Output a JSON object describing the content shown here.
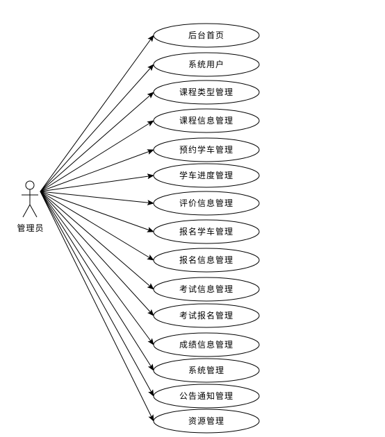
{
  "actor": {
    "label": "管理员",
    "icon": "stick-figure-actor-icon"
  },
  "use_cases": [
    {
      "label": "后台首页"
    },
    {
      "label": "系统用户"
    },
    {
      "label": "课程类型管理"
    },
    {
      "label": "课程信息管理"
    },
    {
      "label": "预约学车管理"
    },
    {
      "label": "学车进度管理"
    },
    {
      "label": "评价信息管理"
    },
    {
      "label": "报名学车管理"
    },
    {
      "label": "报名信息管理"
    },
    {
      "label": "考试信息管理"
    },
    {
      "label": "考试报名管理"
    },
    {
      "label": "成绩信息管理"
    },
    {
      "label": "系统管理"
    },
    {
      "label": "公告通知管理"
    },
    {
      "label": "资源管理"
    }
  ],
  "colors": {
    "stroke": "#000000",
    "background": "#ffffff"
  }
}
